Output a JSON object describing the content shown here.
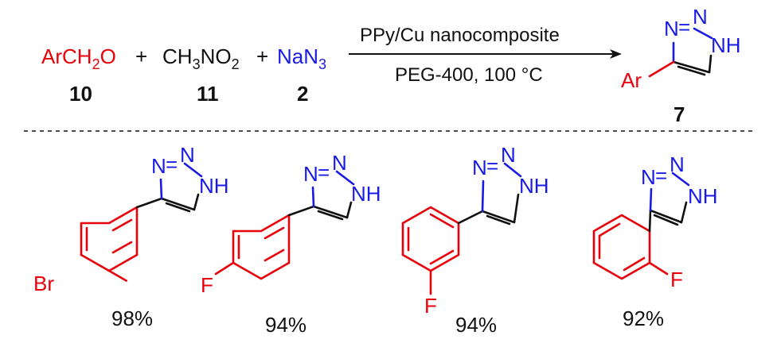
{
  "reaction": {
    "reactant1": {
      "label": "ArCH",
      "sub": "2",
      "tail": "O",
      "number": "10"
    },
    "plus": "+",
    "reactant2": {
      "p1": "CH",
      "s1": "3",
      "p2": "NO",
      "s2": "2",
      "number": "11"
    },
    "reactant3": {
      "p1": "NaN",
      "s1": "3",
      "number": "2"
    },
    "condition_top": "PPy/Cu nanocomposite",
    "condition_bottom": "PEG-400, 100 °C",
    "product": {
      "aryl": "Ar",
      "number": "7"
    }
  },
  "atoms": {
    "N": "N",
    "NH": "NH",
    "eq": "="
  },
  "products": [
    {
      "substituent": "Br",
      "yield": "98%"
    },
    {
      "substituent": "F",
      "yield": "94%"
    },
    {
      "substituent": "F",
      "yield": "94%"
    },
    {
      "substituent": "F",
      "yield": "92%"
    }
  ],
  "colors": {
    "aryl": "#e8000b",
    "azide": "#1a1ae6",
    "text": "#111111"
  }
}
